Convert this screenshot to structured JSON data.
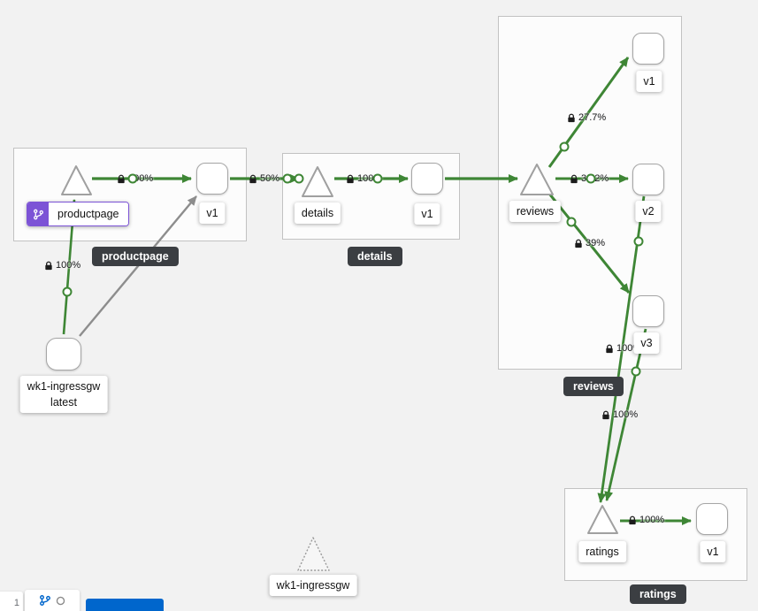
{
  "colors": {
    "background": "#f2f2f2",
    "edge_green": "#3e8635",
    "edge_gray": "#8d8d8d",
    "badge_purple": "#7c53d6",
    "tooltip_bg": "#3b3e42",
    "button_blue": "#0066cc"
  },
  "apps": {
    "productpage": {
      "service": "productpage",
      "workload_version": "v1",
      "box_label": "productpage"
    },
    "details": {
      "service": "details",
      "workload_version": "v1",
      "box_label": "details"
    },
    "reviews": {
      "service": "reviews",
      "workload_v1": "v1",
      "workload_v2": "v2",
      "workload_v3": "v3",
      "box_label": "reviews"
    },
    "ratings": {
      "service": "ratings",
      "workload_version": "v1",
      "box_label": "ratings"
    }
  },
  "ingress": {
    "workload_name": "wk1-ingressgw",
    "workload_version": "latest"
  },
  "idle_service": {
    "name": "wk1-ingressgw"
  },
  "edges": {
    "ingress_to_productpage": "100%",
    "productpage_to_v1": "100%",
    "productpage_v1_to_details": "50%",
    "details_to_v1": "100%",
    "reviews_to_v1": "27.7%",
    "reviews_to_v2": "33.2%",
    "reviews_to_v3": "39%",
    "reviews_v2_to_ratings": "100%",
    "reviews_v3_to_ratings": "100%",
    "ratings_to_v1": "100%"
  },
  "controls": {
    "zoom_indicator": "1"
  }
}
